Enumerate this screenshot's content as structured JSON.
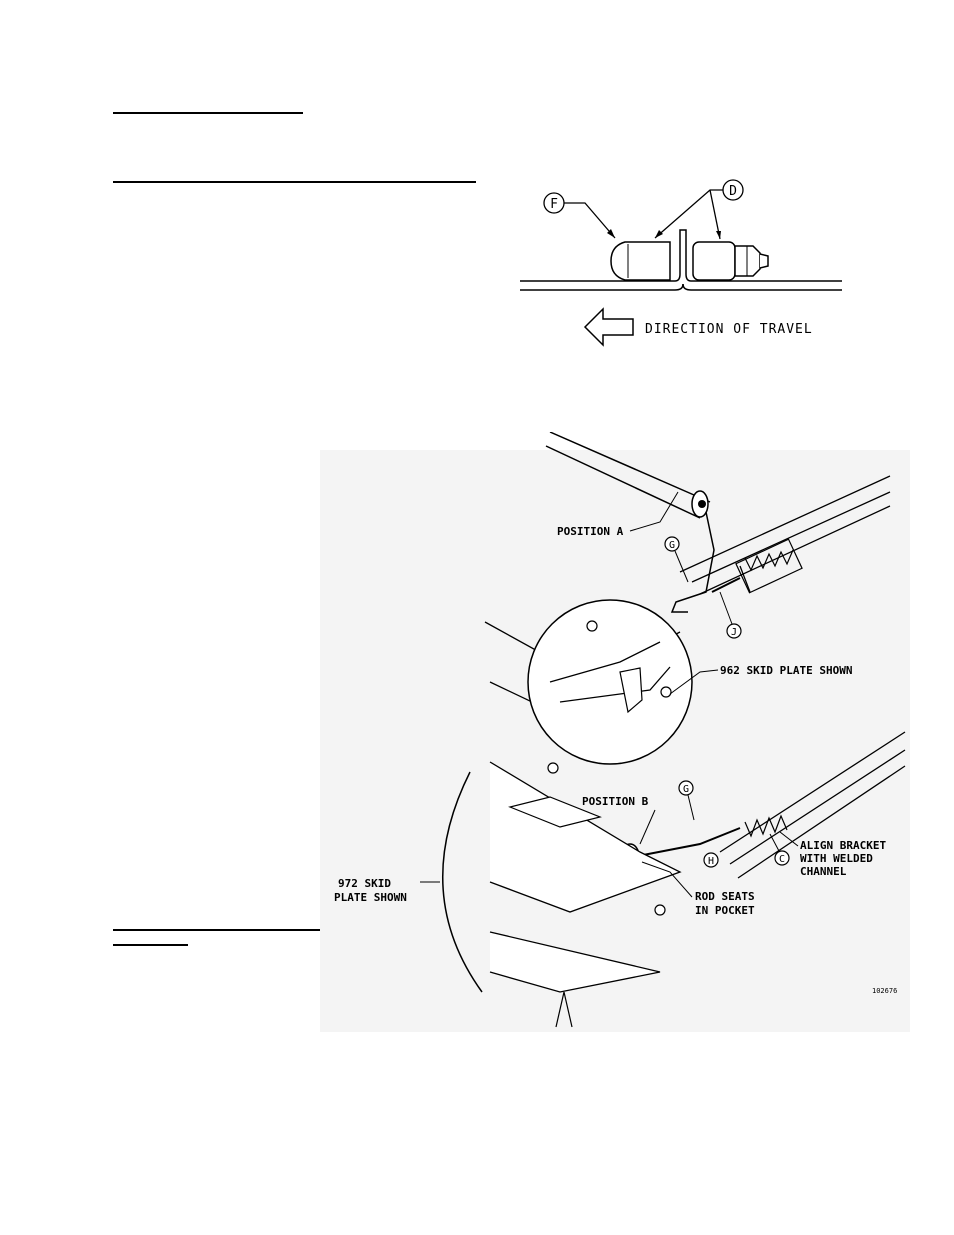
{
  "figure_top": {
    "callout_f": "F",
    "callout_d": "D",
    "direction": "DIRECTION OF TRAVEL"
  },
  "figure_main": {
    "position_a": "POSITION A",
    "position_b": "POSITION B",
    "callout_g1": "G",
    "callout_j": "J",
    "callout_g2": "G",
    "callout_c": "C",
    "callout_h": "H",
    "skid_962": "962 SKID PLATE SHOWN",
    "skid_972_l1": "972 SKID",
    "skid_972_l2": "PLATE SHOWN",
    "rod_l1": "ROD SEATS",
    "rod_l2": "IN POCKET",
    "align_l1": "ALIGN BRACKET",
    "align_l2": "WITH WELDED",
    "align_l3": "CHANNEL",
    "figure_number": "102676"
  }
}
